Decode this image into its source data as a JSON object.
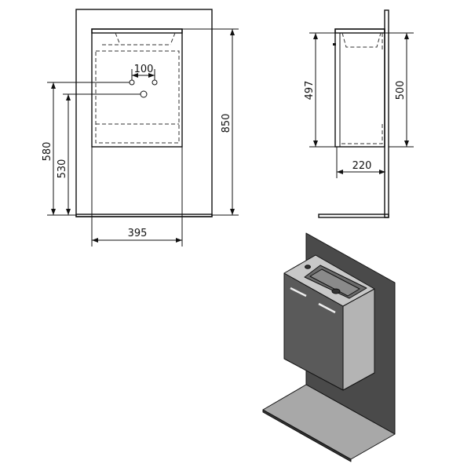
{
  "front_view": {
    "dimensions": {
      "tap_spacing": "100",
      "height_580": "580",
      "height_530": "530",
      "height_850": "850",
      "width_395": "395"
    }
  },
  "side_view": {
    "dimensions": {
      "height_497": "497",
      "height_500": "500",
      "depth_220": "220"
    }
  },
  "colors": {
    "panel": "#4a4a4a",
    "cabinet_front": "#5a5a5a",
    "cabinet_side": "#b4b4b4",
    "top": "#c8c8c8",
    "floor": "#a8a8a8"
  }
}
